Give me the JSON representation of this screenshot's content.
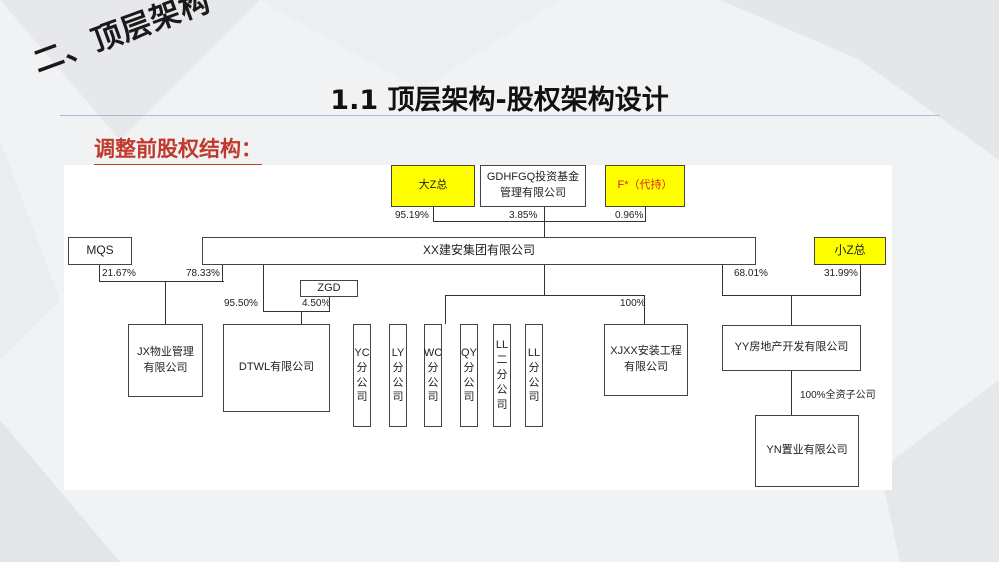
{
  "slide": {
    "corner_title": "二、顶层架构",
    "title": "1.1  顶层架构-股权架构设计",
    "subtitle": "调整前股权结构："
  },
  "diagram": {
    "nodes": {
      "dazong": "大Z总",
      "gdhfgq": "GDHFGQ投资基金管理有限公司",
      "f": "F*（代持）",
      "mqs": "MQS",
      "xx": "XX建安集团有限公司",
      "xiaozong": "小Z总",
      "zgd": "ZGD",
      "jx": "JX物业管理有限公司",
      "dtwl": "DTWL有限公司",
      "yc": "YC分公司",
      "ly": "LY分公司",
      "wc": "WC分公司",
      "qy": "QY分公司",
      "ll2": "LL二分公司",
      "ll": "LL分公司",
      "xjxx": "XJXX安装工程有限公司",
      "yy": "YY房地产开发有限公司",
      "yn": "YN置业有限公司"
    },
    "labels": {
      "p_dazong": "95.19%",
      "p_gdhfgq": "3.85%",
      "p_f": "0.96%",
      "p_mqs": "21.67%",
      "p_xx_jx": "78.33%",
      "p_xx_dtwl": "95.50%",
      "p_zgd": "4.50%",
      "p_xjxx": "100%",
      "p_xx_yy": "68.01%",
      "p_xiaozong": "31.99%",
      "p_yn": "100%全资子公司"
    }
  }
}
